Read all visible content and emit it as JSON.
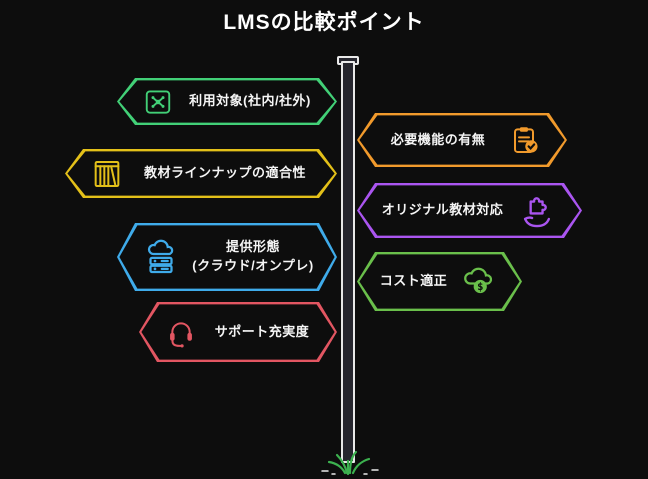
{
  "title": "LMSの比較ポイント",
  "colors": {
    "background": "#0d0d0d",
    "text": "#f5f5f5",
    "pole_fill": "#26262e",
    "pole_outline": "#e9e9e9",
    "grass": "#3cb14f"
  },
  "signs": [
    {
      "id": "usage-target",
      "side": "left",
      "label": "利用対象(社内/社外)",
      "icon": "device-molecule-icon",
      "color": "#42d077"
    },
    {
      "id": "required-functions",
      "side": "right",
      "label": "必要機能の有無",
      "icon": "clipboard-check-icon",
      "color": "#f19a2c"
    },
    {
      "id": "material-lineup",
      "side": "left",
      "label": "教材ラインナップの適合性",
      "icon": "bookshelf-icon",
      "color": "#e3c019"
    },
    {
      "id": "original-materials",
      "side": "right",
      "label": "オリジナル教材対応",
      "icon": "puzzle-hand-icon",
      "color": "#aa55f0"
    },
    {
      "id": "provision-form",
      "side": "left",
      "label": "提供形態\n(クラウド/オンプレ)",
      "icon": "cloud-server-icon",
      "color": "#3fabea"
    },
    {
      "id": "cost",
      "side": "right",
      "label": "コスト適正",
      "icon": "cloud-dollar-icon",
      "color": "#6abf4b"
    },
    {
      "id": "support",
      "side": "left",
      "label": "サポート充実度",
      "icon": "headset-icon",
      "color": "#e25662"
    }
  ]
}
